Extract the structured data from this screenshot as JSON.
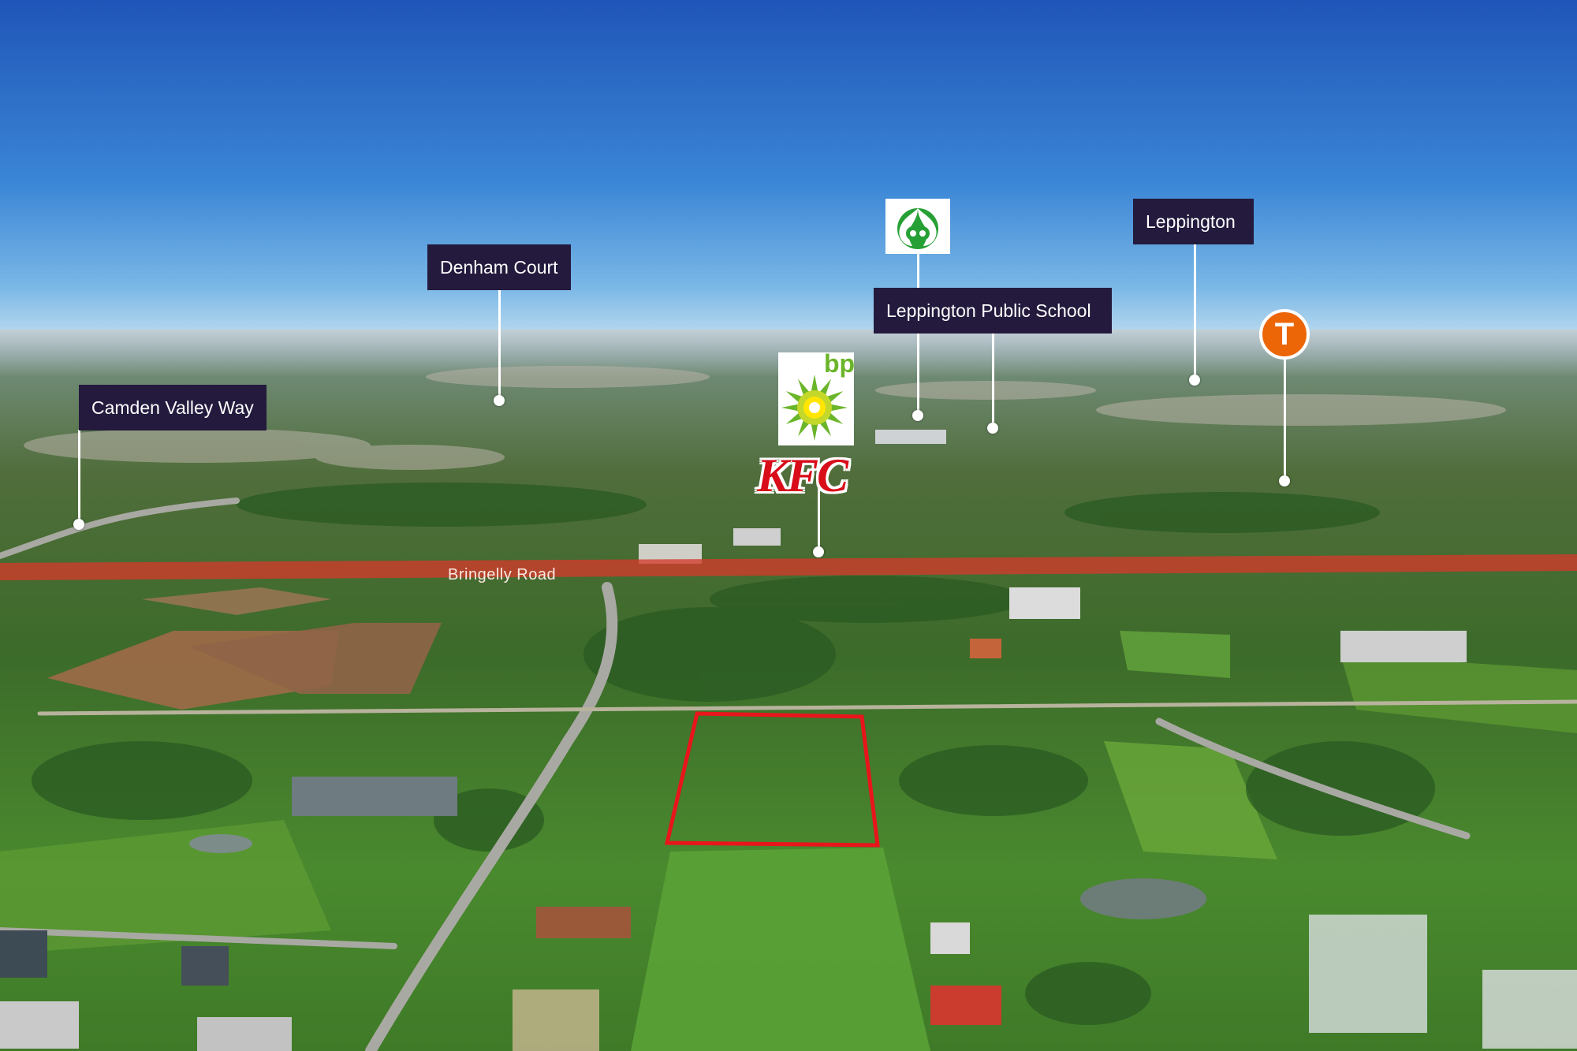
{
  "labels": {
    "camden": "Camden Valley Way",
    "denham": "Denham Court",
    "school": "Leppington Public School",
    "leppington": "Leppington",
    "road": "Bringelly Road"
  },
  "logos": {
    "bp_text": "bp",
    "kfc_text": "KFC",
    "train_badge": "T"
  },
  "colors": {
    "label_bg": "#231a3d",
    "road_overlay": "#d23a2a",
    "site_outline": "#e8151b",
    "train_badge": "#ec6608"
  },
  "icons": {
    "woolworths": "woolworths-logo-icon",
    "bp": "bp-helios-logo-icon",
    "kfc": "kfc-logo-icon",
    "train": "train-station-icon"
  }
}
